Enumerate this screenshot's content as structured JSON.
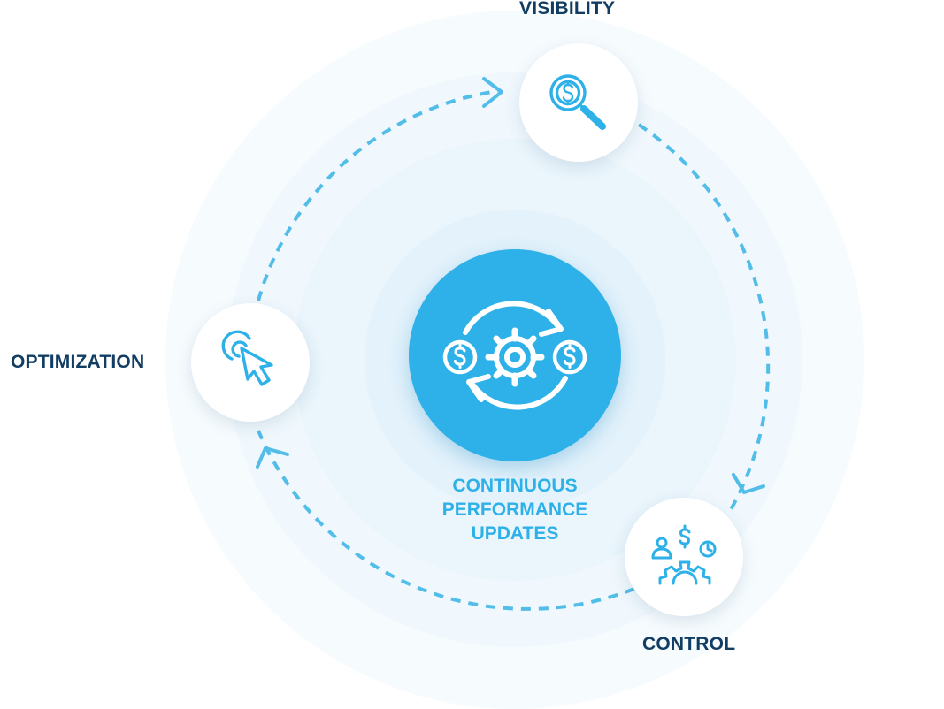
{
  "stages": {
    "visibility": {
      "label": "VISIBILITY",
      "icon": "dollar-magnifier-icon"
    },
    "control": {
      "label": "CONTROL",
      "icon": "people-dollar-gear-icon"
    },
    "optimization": {
      "label": "OPTIMIZATION",
      "icon": "cursor-click-icon"
    }
  },
  "center": {
    "icon": "dollar-gear-cycle-icon",
    "label_lines": [
      "CONTINUOUS",
      "PERFORMANCE",
      "UPDATES"
    ]
  },
  "colors": {
    "accent": "#2eb1e8",
    "label_dark": "#123d63",
    "cycle_dash": "#52bde9",
    "ring_light": "#eef7fd"
  }
}
